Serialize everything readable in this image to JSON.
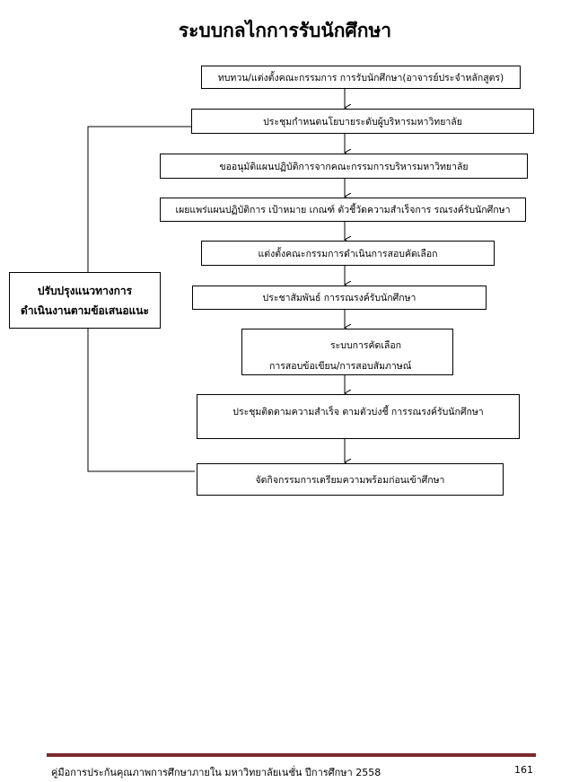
{
  "title": "ระบบกลไกการรับนักศึกษา",
  "steps": [
    "ทบทวน/แต่งตั้งคณะกรรมการ การรับนักศึกษา(อาจารย์ประจำหลักสูตร)",
    "ประชุมกำหนดนโยบายระดับผู้บริหารมหาวิทยาลัย",
    "ขออนุมัติแผนปฏิบัติการจากคณะกรรมการบริหารมหาวิทยาลัย",
    "เผยแพร่แผนปฏิบัติการ เป้าหมาย เกณฑ์ ตัวชี้วัดความสำเร็จการ รณรงค์รับนักศึกษา",
    "แต่งตั้งคณะกรรมการดำเนินการสอบคัดเลือก",
    "ประชาสัมพันธ์ การรณรงค์รับนักศึกษา",
    {
      "line1": "ระบบการคัดเลือก",
      "line2": "การสอบข้อเขียน/การสอบสัมภาษณ์"
    },
    "ประชุมติดตามความสำเร็จ ตามตัวบ่งชี้ การรณรงค์รับนักศึกษา",
    "จัดกิจกรรมการเตรียมความพร้อมก่อนเข้าศึกษา"
  ],
  "feedback": {
    "line1": "ปรับปรุงแนวทางการ",
    "line2": "ดำเนินงานตามข้อเสนอแนะ"
  },
  "footer": {
    "text": "คู่มือการประกันคุณภาพการศึกษาภายใน มหาวิทยาลัยเนชั่น ปีการศึกษา 2558",
    "page": "161"
  }
}
